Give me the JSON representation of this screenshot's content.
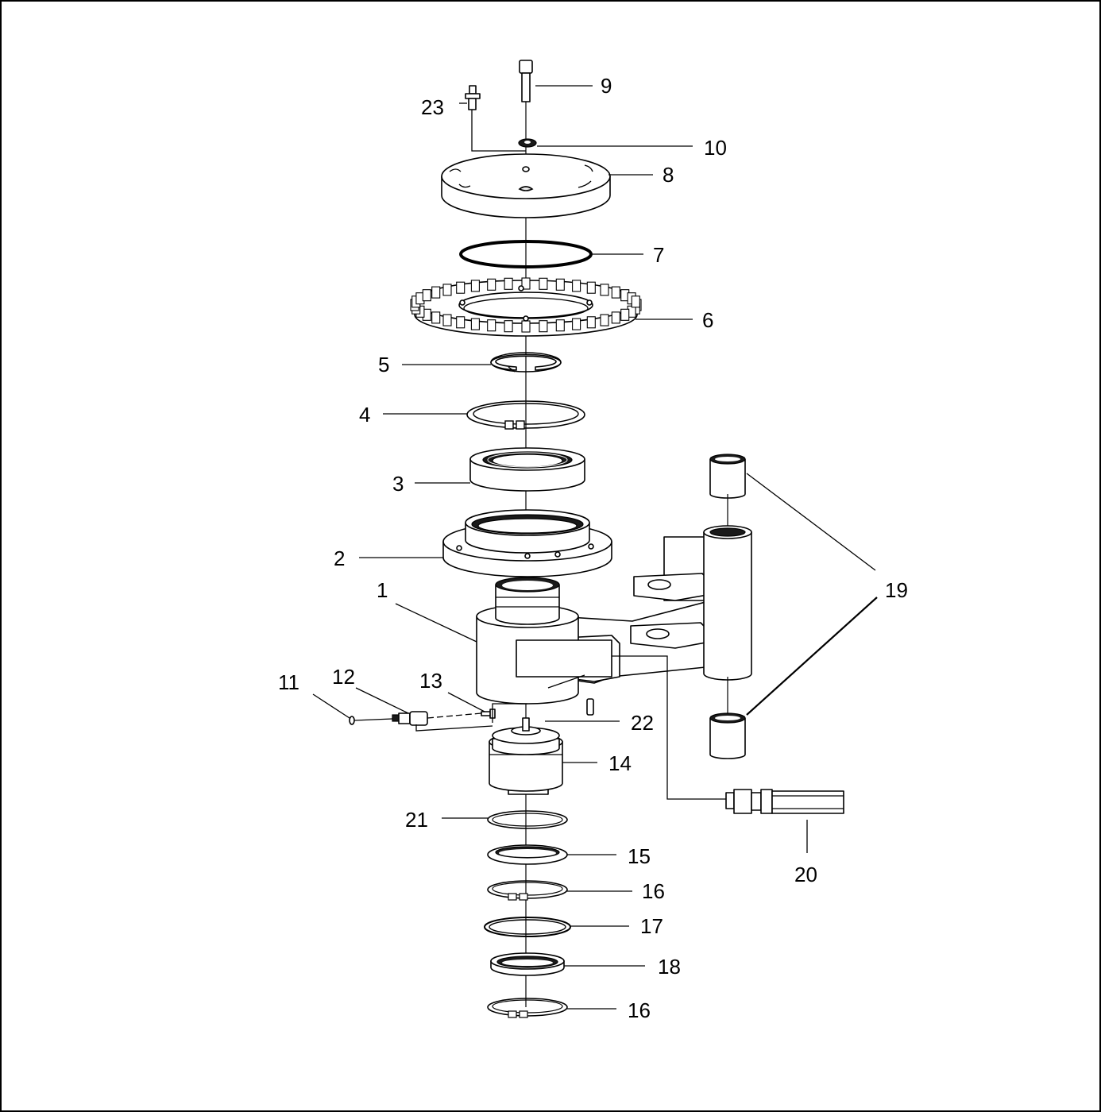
{
  "labels": {
    "p1": "1",
    "p2": "2",
    "p3": "3",
    "p4": "4",
    "p5": "5",
    "p6": "6",
    "p7": "7",
    "p8": "8",
    "p9": "9",
    "p10": "10",
    "p11": "11",
    "p12": "12",
    "p13": "13",
    "p14": "14",
    "p15": "15",
    "p16a": "16",
    "p16b": "16",
    "p17": "17",
    "p18": "18",
    "p19": "19",
    "p20": "20",
    "p21": "21",
    "p22": "22",
    "p23": "23"
  }
}
